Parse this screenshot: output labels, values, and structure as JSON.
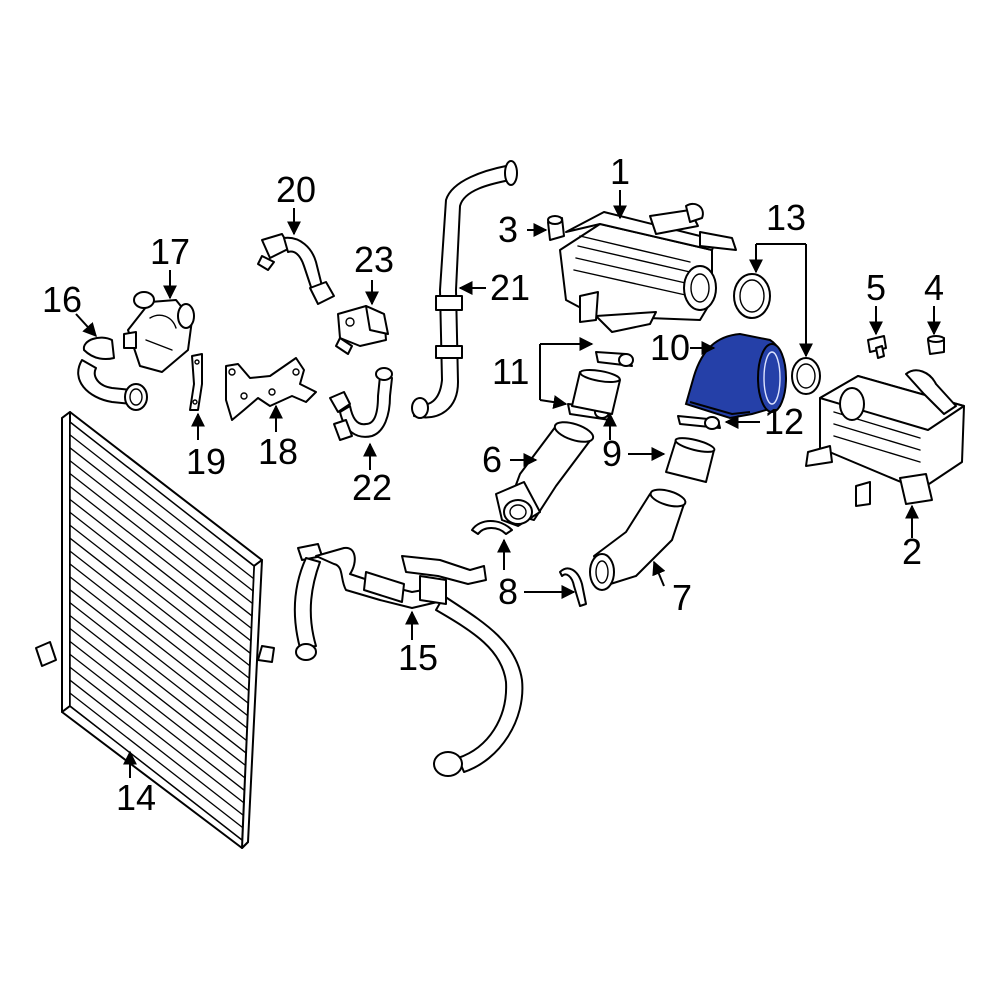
{
  "diagram": {
    "labels": [
      "1",
      "2",
      "3",
      "4",
      "5",
      "6",
      "7",
      "8",
      "9",
      "10",
      "11",
      "12",
      "13",
      "14",
      "15",
      "16",
      "17",
      "18",
      "19",
      "20",
      "21",
      "22",
      "23"
    ],
    "highlight_part": "10",
    "highlight_color": "#2540a8",
    "line_color": "#000000",
    "background": "#ffffff"
  }
}
